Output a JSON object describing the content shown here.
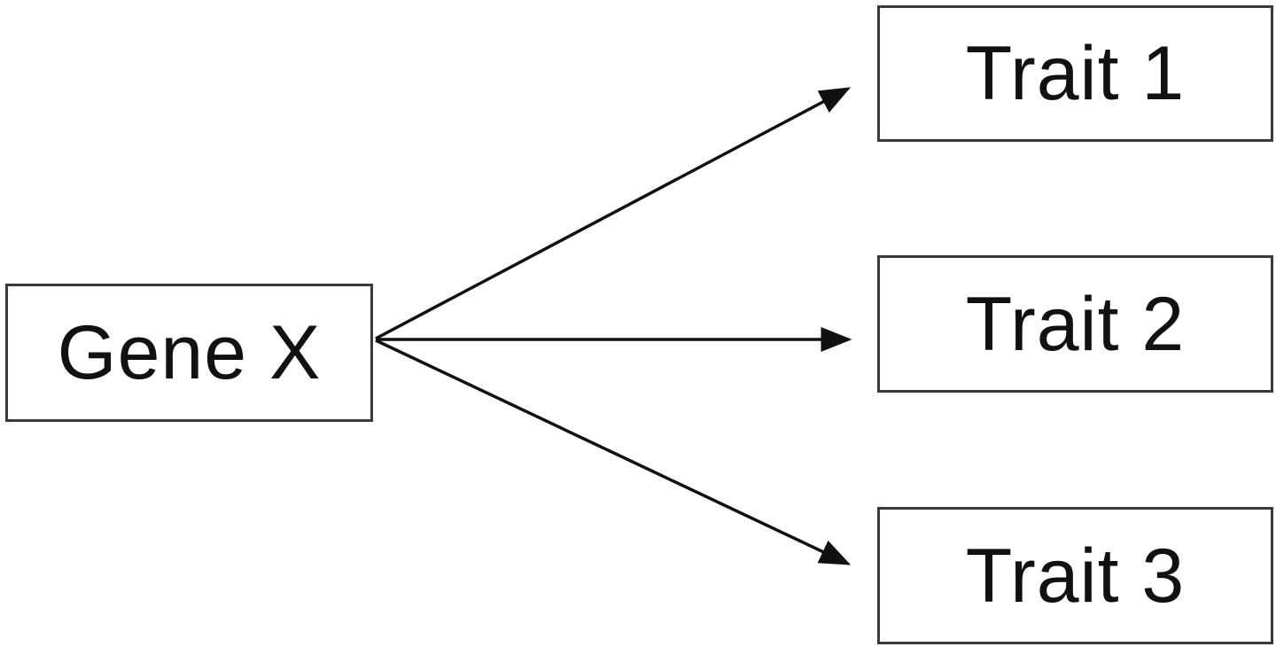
{
  "diagram": {
    "source": {
      "label": "Gene X"
    },
    "targets": [
      {
        "label": "Trait 1"
      },
      {
        "label": "Trait 2"
      },
      {
        "label": "Trait 3"
      }
    ],
    "edges": [
      {
        "from": "Gene X",
        "to": "Trait 1"
      },
      {
        "from": "Gene X",
        "to": "Trait 2"
      },
      {
        "from": "Gene X",
        "to": "Trait 3"
      }
    ],
    "colors": {
      "stroke": "#111111",
      "border": "#3a3a3a",
      "text": "#111111",
      "background": "#ffffff"
    }
  }
}
